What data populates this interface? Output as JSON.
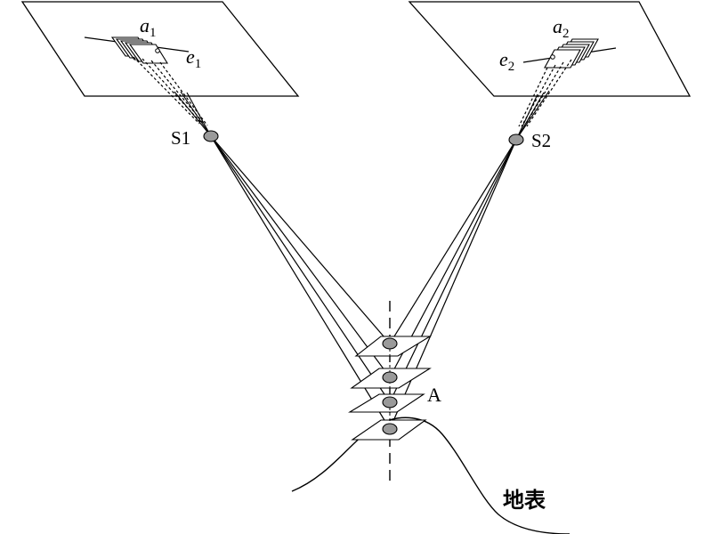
{
  "diagram": {
    "labels": {
      "a1_base": "a",
      "a1_sub": "1",
      "e1_base": "e",
      "e1_sub": "1",
      "a2_base": "a",
      "a2_sub": "2",
      "e2_base": "e",
      "e2_sub": "2",
      "s1": "S1",
      "s2": "S2",
      "point_a": "A",
      "ground": "地表"
    },
    "colors": {
      "line": "#000000",
      "node_fill": "#9a9a9a",
      "background": "#ffffff"
    }
  }
}
